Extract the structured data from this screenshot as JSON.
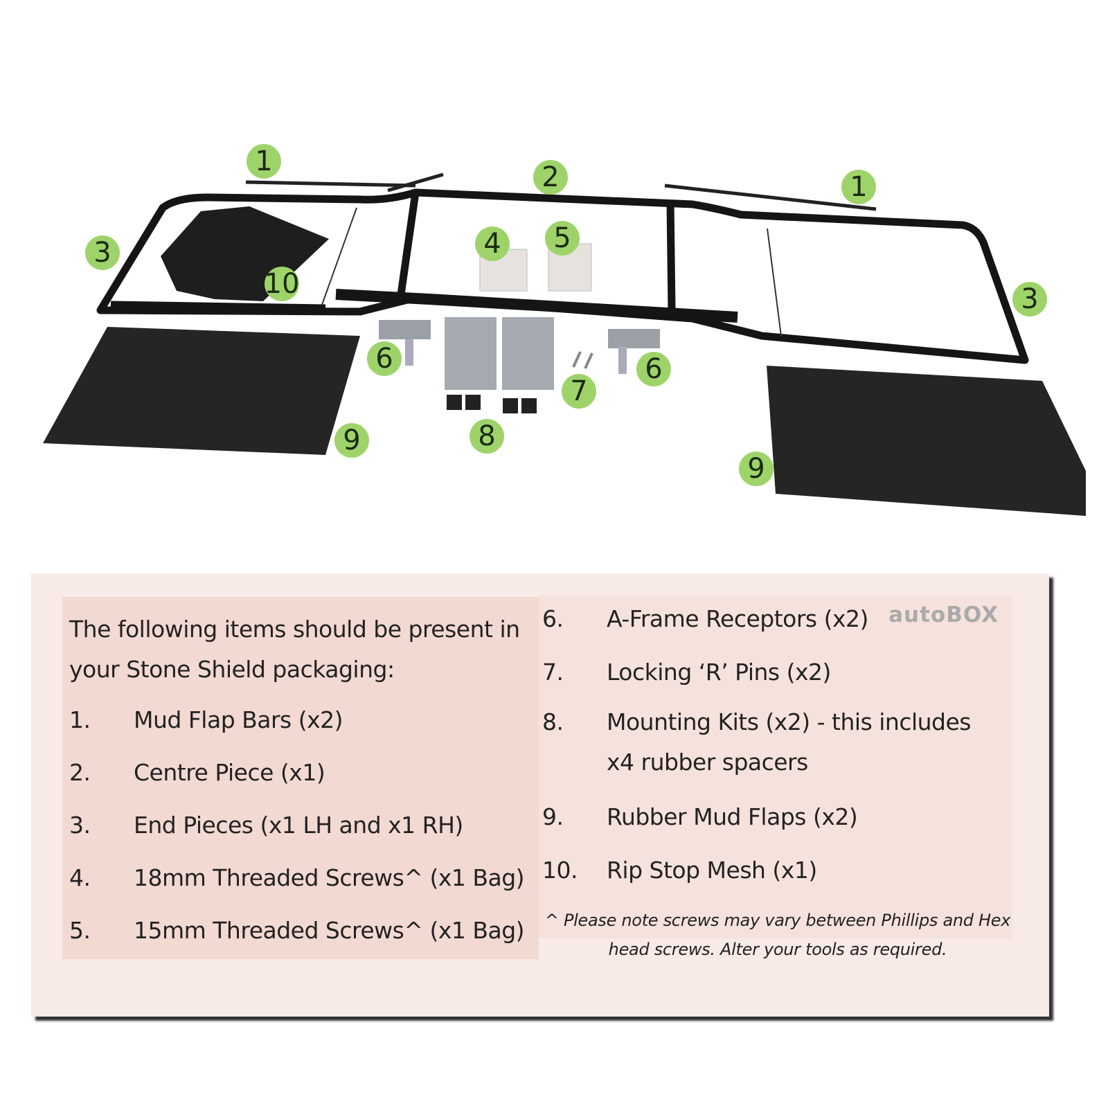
{
  "callouts": [
    "1",
    "2",
    "1",
    "3",
    "4",
    "5",
    "3",
    "10",
    "6",
    "7",
    "6",
    "8",
    "9",
    "9"
  ],
  "colors": {
    "callout": "#9ed36a",
    "panel": "#f8eae7",
    "left_box": "#f2d9d2",
    "right_box": "#f6e2dd"
  },
  "intro": "The following items should be present in your Stone Shield packaging:",
  "items": [
    {
      "num": "1.",
      "label": "Mud Flap Bars (x2)"
    },
    {
      "num": "2.",
      "label": "Centre Piece (x1)"
    },
    {
      "num": "3.",
      "label": "End Pieces (x1 LH and x1 RH)"
    },
    {
      "num": "4.",
      "label": "18mm Threaded Screws^ (x1 Bag)"
    },
    {
      "num": "5.",
      "label": "15mm Threaded Screws^ (x1 Bag)"
    },
    {
      "num": "6.",
      "label": "A-Frame Receptors (x2)"
    },
    {
      "num": "7.",
      "label": "Locking ‘R’ Pins (x2)"
    },
    {
      "num": "8.",
      "label": "Mounting Kits (x2) - this includes",
      "label2": "x4 rubber spacers"
    },
    {
      "num": "9.",
      "label": "Rubber Mud Flaps (x2)"
    },
    {
      "num": "10.",
      "label": "Rip Stop Mesh (x1)"
    }
  ],
  "note": "^ Please note screws may vary between Phillips and Hex head screws.  Alter your tools as required.",
  "brand": "autoBOX"
}
